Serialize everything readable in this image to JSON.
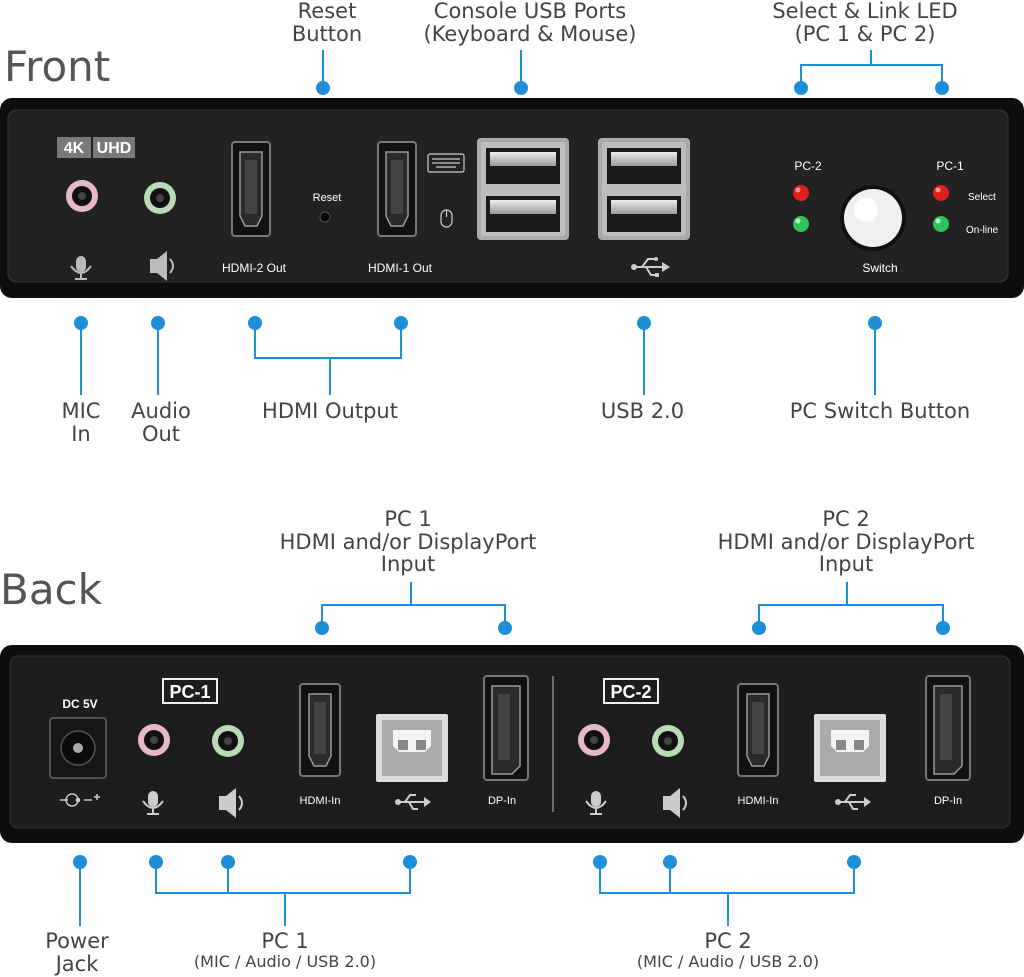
{
  "sections": {
    "front": "Front",
    "back": "Back"
  },
  "front": {
    "top_labels": {
      "reset": [
        "Reset",
        "Button"
      ],
      "console_usb": [
        "Console USB Ports",
        "(Keyboard & Mouse)"
      ],
      "select_link": [
        "Select & Link LED",
        "(PC 1 & PC 2)"
      ]
    },
    "bottom_labels": {
      "mic": [
        "MIC",
        "In"
      ],
      "audio": [
        "Audio",
        "Out"
      ],
      "hdmi_output": "HDMI Output",
      "usb20": "USB 2.0",
      "pc_switch": "PC Switch Button"
    },
    "panel": {
      "badge_4k": "4K",
      "badge_uhd": "UHD",
      "hdmi2": "HDMI-2 Out",
      "reset": "Reset",
      "hdmi1": "HDMI-1 Out",
      "pc2": "PC-2",
      "pc1": "PC-1",
      "select": "Select",
      "online": "On-line",
      "switch": "Switch"
    }
  },
  "back": {
    "top_labels": {
      "pc1_in": [
        "PC 1",
        "HDMI and/or DisplayPort",
        "Input"
      ],
      "pc2_in": [
        "PC 2",
        "HDMI and/or DisplayPort",
        "Input"
      ]
    },
    "bottom_labels": {
      "power": [
        "Power",
        "Jack"
      ],
      "pc1": [
        "PC 1",
        "(MIC / Audio / USB 2.0)"
      ],
      "pc2": [
        "PC 2",
        "(MIC / Audio / USB 2.0)"
      ]
    },
    "panel": {
      "dc": "DC 5V",
      "pc1": "PC-1",
      "pc2": "PC-2",
      "hdmi_in": "HDMI-In",
      "dp_in": "DP-In"
    }
  },
  "colors": {
    "accent": "#1e8ed8",
    "device": "#0e0e0e",
    "led_red": "#e11d1d",
    "led_green": "#35c15a"
  },
  "icons": [
    "microphone-icon",
    "speaker-icon",
    "usb-icon",
    "keyboard-icon",
    "mouse-icon",
    "dc-polarity-icon"
  ]
}
